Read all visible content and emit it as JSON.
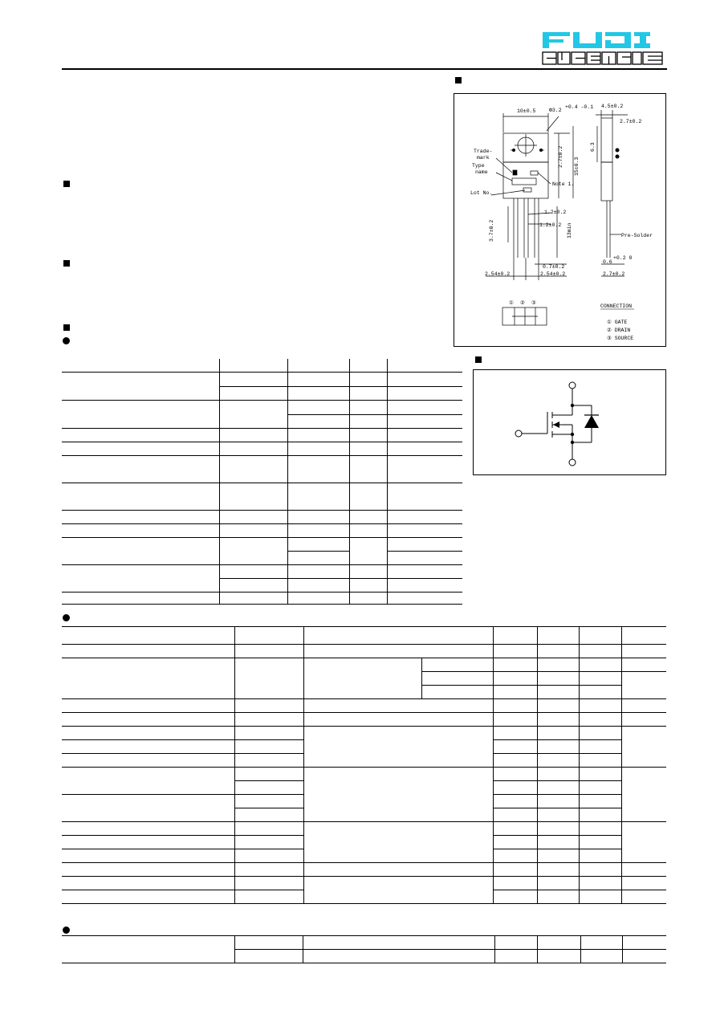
{
  "brand": {
    "name_top": "FUJI",
    "name_bottom": "ELECTRIC",
    "color": "#22c7e6"
  },
  "outline_drawing": {
    "dims": {
      "width": "10±0.5",
      "hole": "Φ3.2",
      "hole_tol": "+0.4 -0.1",
      "h1": "2.7±0.2",
      "h2": "15±0.3",
      "tab": "6.3",
      "side_w": "4.5±0.2",
      "side_t": "2.7±0.2",
      "lead_h": "3.7±0.2",
      "lead_w1": "1.2±0.2",
      "lead_w2": "1.2±0.2",
      "lead_len": "13min",
      "lead_t": "0.7±0.2",
      "pitch_l": "2.54±0.2",
      "pitch_r": "2.54±0.2",
      "side_lead": "0.6",
      "side_lead_tol": "+0.2 0",
      "side_base": "2.7±0.2"
    },
    "labels": {
      "trademark": "Trade-mark",
      "trademark_a": "Trade-",
      "trademark_b": "mark",
      "type_a": "Type",
      "type_b": "name",
      "lot": "Lot No.",
      "note": "Note 1.",
      "presolder": "Pre-Solder"
    },
    "pins": [
      "①",
      "②",
      "③"
    ],
    "connection": {
      "title": "CONNECTION",
      "items": [
        "① GATE",
        "② DRAIN",
        "③ SOURCE"
      ]
    }
  }
}
